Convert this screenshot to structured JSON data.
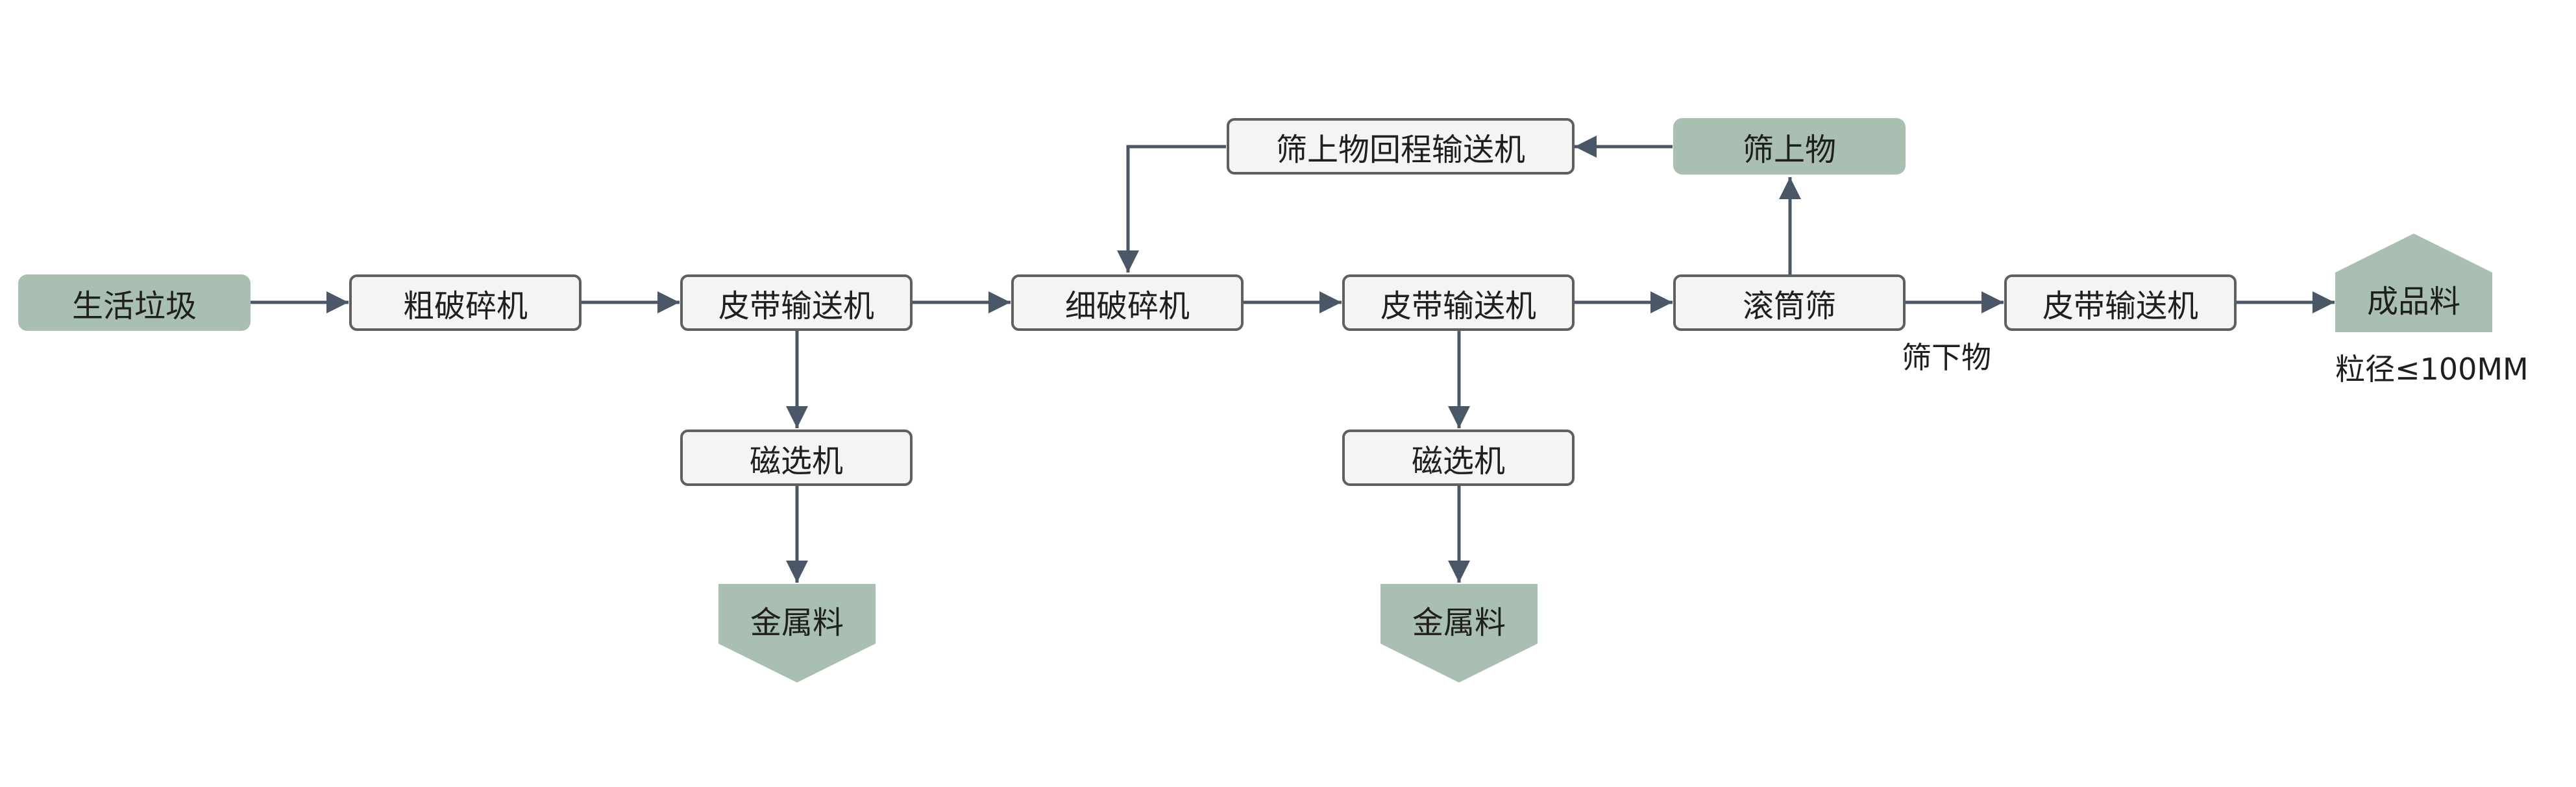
{
  "colors": {
    "process_fill": "#f4f4f4",
    "process_border": "#5f5f5f",
    "terminal_fill": "#a9bfb1",
    "arrow": "#4a5766"
  },
  "nodes": {
    "garbage": "生活垃圾",
    "coarse_crusher": "粗破碎机",
    "belt_1": "皮带输送机",
    "fine_crusher": "细破碎机",
    "belt_2": "皮带输送机",
    "drum_screen": "滚筒筛",
    "belt_3": "皮带输送机",
    "product": "成品料",
    "magnet_1": "磁选机",
    "magnet_2": "磁选机",
    "metal_1": "金属料",
    "metal_2": "金属料",
    "oversize": "筛上物",
    "oversize_return": "筛上物回程输送机"
  },
  "labels": {
    "undersize": "筛下物",
    "particle_size": "粒径≤100MM"
  }
}
